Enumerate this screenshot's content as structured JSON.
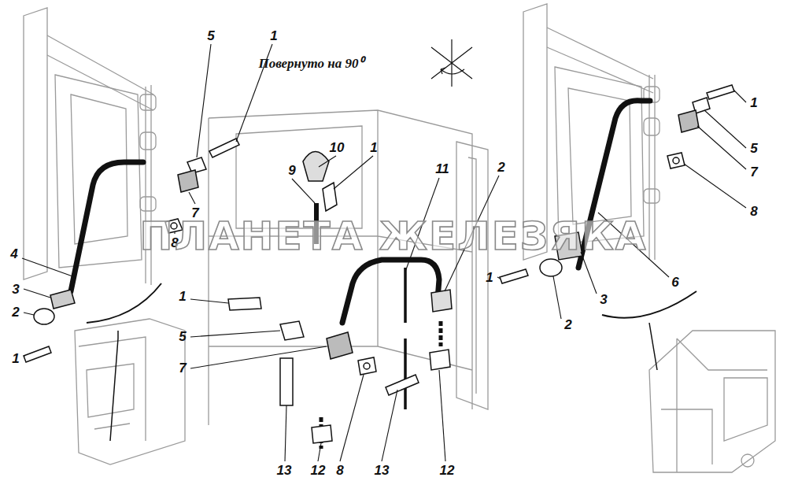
{
  "diagram": {
    "labels": [
      "5",
      "1",
      "Повернуто на 90⁰",
      "10",
      "1",
      "9",
      "11",
      "2",
      "1",
      "5",
      "7",
      "8",
      "7",
      "8",
      "ПЛАНЕТА ЖЕЛЕЗЯКА",
      "4",
      "6",
      "1",
      "3",
      "3",
      "1",
      "2",
      "2",
      "5",
      "1",
      "7",
      "13",
      "12",
      "8",
      "13",
      "12"
    ]
  }
}
